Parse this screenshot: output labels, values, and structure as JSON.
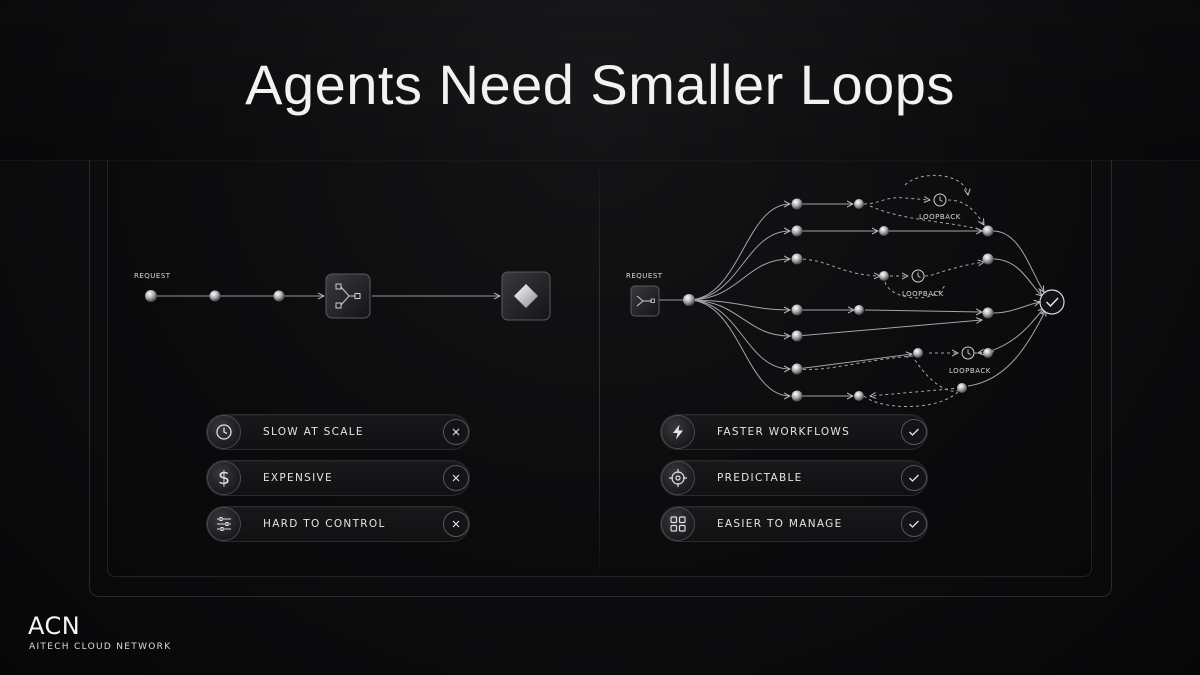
{
  "title": "Agents Need Smaller Loops",
  "left_panel": {
    "request_label": "REQUEST",
    "items": [
      {
        "label": "SLOW AT SCALE",
        "icon": "clock-icon",
        "status_icon": "x-icon"
      },
      {
        "label": "EXPENSIVE",
        "icon": "dollar-icon",
        "status_icon": "x-icon"
      },
      {
        "label": "HARD TO CONTROL",
        "icon": "sliders-icon",
        "status_icon": "x-icon"
      }
    ]
  },
  "right_panel": {
    "request_label": "REQUEST",
    "loopback_label": "LOOPBACK",
    "items": [
      {
        "label": "FASTER WORKFLOWS",
        "icon": "lightning-icon",
        "status_icon": "check-icon"
      },
      {
        "label": "PREDICTABLE",
        "icon": "target-icon",
        "status_icon": "check-icon"
      },
      {
        "label": "EASIER TO MANAGE",
        "icon": "grid-icon",
        "status_icon": "check-icon"
      }
    ]
  },
  "brand": {
    "logo": "ACN",
    "name": "AITECH CLOUD NETWORK"
  }
}
